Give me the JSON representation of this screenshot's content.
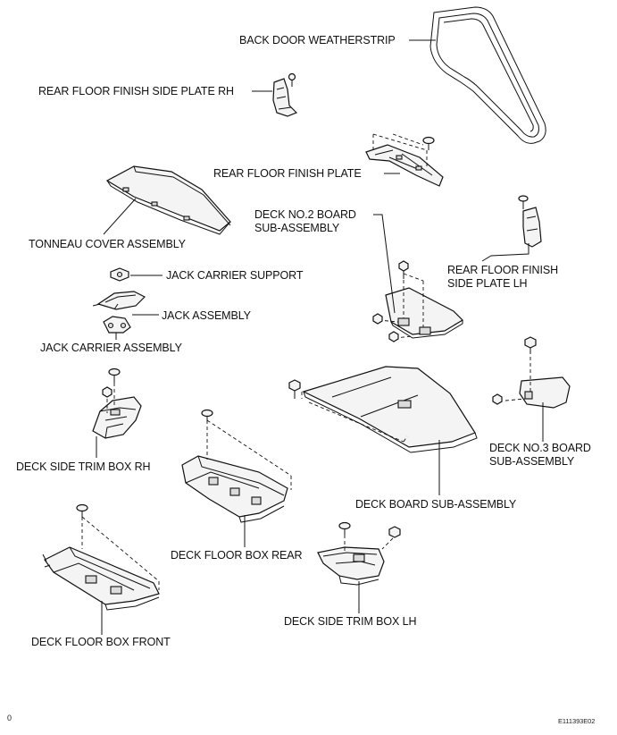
{
  "labels": {
    "back_door_weatherstrip": "BACK DOOR WEATHERSTRIP",
    "rear_floor_finish_side_plate_rh": "REAR FLOOR FINISH SIDE PLATE RH",
    "rear_floor_finish_plate": "REAR FLOOR FINISH PLATE",
    "deck_no2_board_line1": "DECK NO.2 BOARD",
    "deck_no2_board_line2": "SUB-ASSEMBLY",
    "tonneau_cover_assembly": "TONNEAU COVER ASSEMBLY",
    "rear_floor_finish_side_plate_lh_line1": "REAR FLOOR FINISH",
    "rear_floor_finish_side_plate_lh_line2": "SIDE PLATE LH",
    "jack_carrier_support": "JACK CARRIER SUPPORT",
    "jack_assembly": "JACK ASSEMBLY",
    "jack_carrier_assembly": "JACK CARRIER ASSEMBLY",
    "deck_side_trim_box_rh": "DECK SIDE TRIM BOX RH",
    "deck_no3_board_line1": "DECK NO.3 BOARD",
    "deck_no3_board_line2": "SUB-ASSEMBLY",
    "deck_board_sub_assembly": "DECK BOARD SUB-ASSEMBLY",
    "deck_floor_box_rear": "DECK FLOOR BOX REAR",
    "deck_side_trim_box_lh": "DECK SIDE TRIM BOX LH",
    "deck_floor_box_front": "DECK FLOOR BOX FRONT"
  },
  "footer": {
    "page_number": "0",
    "figure_code": "E111393E02"
  }
}
